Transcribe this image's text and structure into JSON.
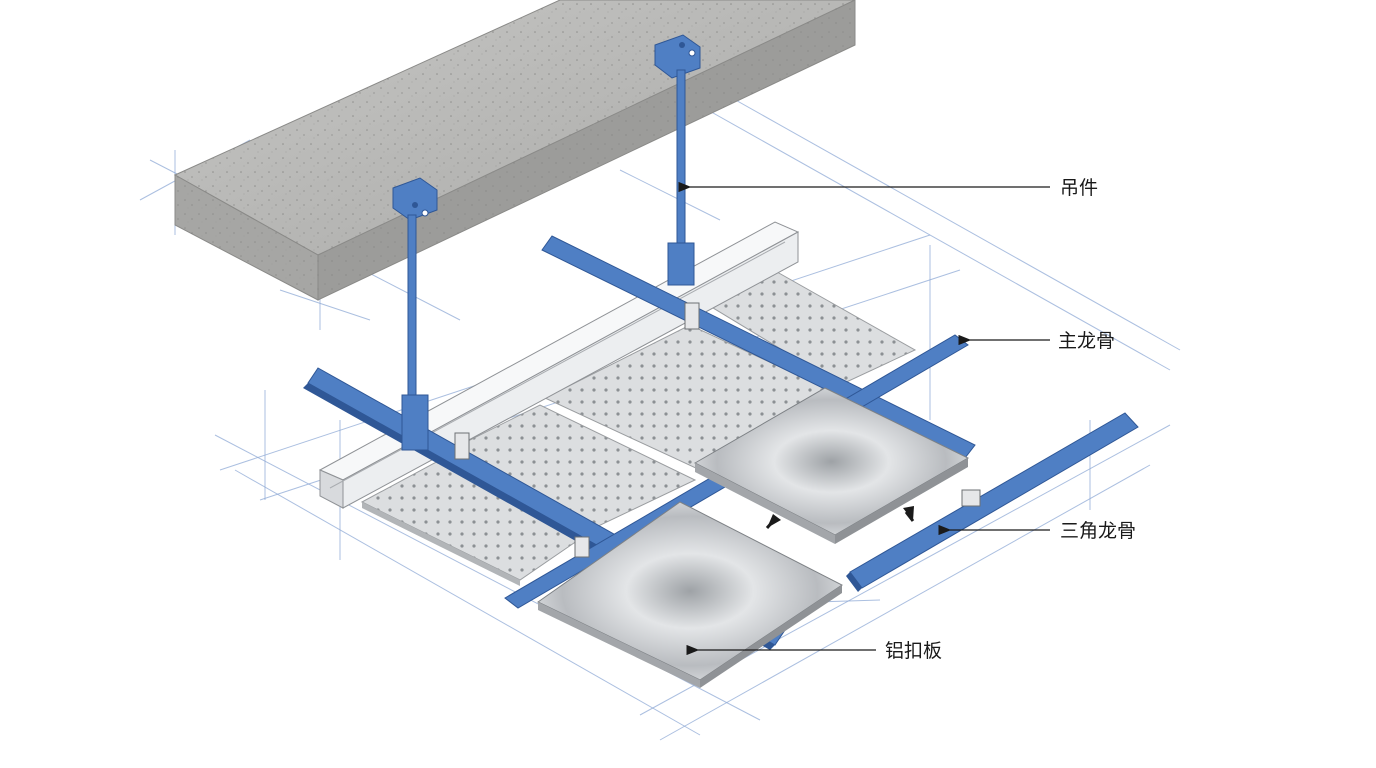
{
  "labels": {
    "hanger": "吊件",
    "main_keel": "主龙骨",
    "triangle_keel": "三角龙骨",
    "aluminum_panel": "铝扣板"
  },
  "colors": {
    "keel_blue": "#4f7fc4",
    "keel_blue_dark": "#2f5796",
    "concrete": "#b9b9b7",
    "aluminum": "#d7d9db",
    "guide_lines": "#8fa9d6"
  }
}
